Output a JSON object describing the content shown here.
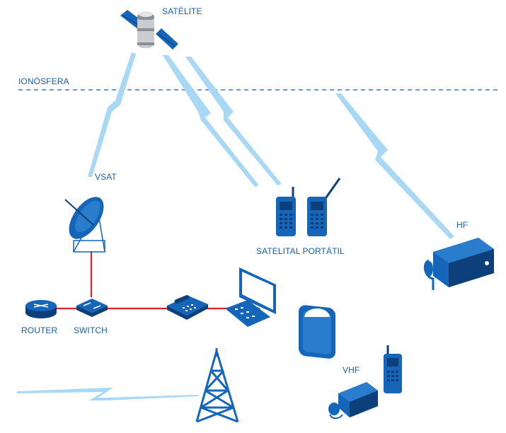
{
  "labels": {
    "satellite": "SATÉLITE",
    "ionosphere": "IONÓSFERA",
    "vsat": "VSAT",
    "satellite_portable": "SATELITAL PORTÁTIL",
    "hf": "HF",
    "router": "ROUTER",
    "switch": "SWITCH",
    "vhf": "VHF"
  },
  "colors": {
    "device_blue": "#1565b8",
    "device_dark": "#0d3f7a",
    "label_text": "#1b5ea8",
    "radio_link": "#a8d8f4",
    "wired_link": "#e0202a",
    "ionosphere_line": "#1b5ea8"
  }
}
